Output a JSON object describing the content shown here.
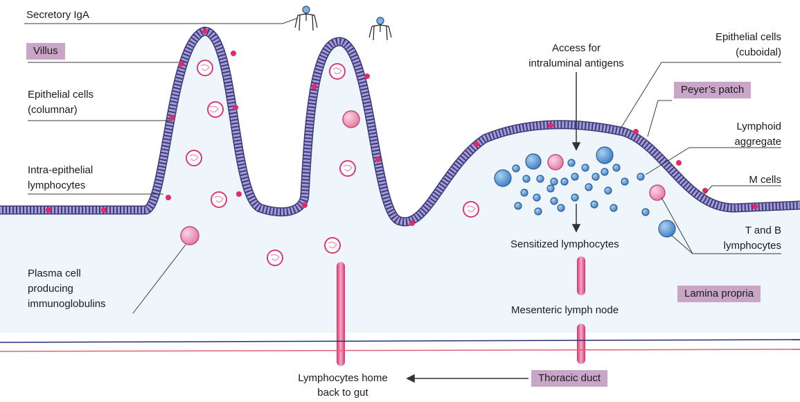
{
  "labels": {
    "secretory_iga": "Secretory IgA",
    "villus": "Villus",
    "epithelial_columnar_1": "Epithelial cells",
    "epithelial_columnar_2": "(columnar)",
    "intra_epithelial_1": "Intra-epithelial",
    "intra_epithelial_2": "lymphocytes",
    "plasma_1": "Plasma cell",
    "plasma_2": "producing",
    "plasma_3": "immunoglobulins",
    "access_1": "Access for",
    "access_2": "intraluminal antigens",
    "epithelial_cuboidal_1": "Epithelial cells",
    "epithelial_cuboidal_2": "(cuboidal)",
    "peyers_patch": "Peyer’s patch",
    "lymphoid_1": "Lymphoid",
    "lymphoid_2": "aggregate",
    "m_cells": "M cells",
    "tb_1": "T and B",
    "tb_2": "lymphocytes",
    "sensitized": "Sensitized lymphocytes",
    "lamina_propria": "Lamina propria",
    "mesenteric": "Mesenteric lymph node",
    "thoracic_duct": "Thoracic duct",
    "home_1": "Lymphocytes home",
    "home_2": "back to gut"
  },
  "colors": {
    "epithelium": "#8f86c4",
    "epithelium_dark": "#3d3a7a",
    "pink_cell": "#f0a8c4",
    "pink_nucleus": "#d83a76",
    "blue_cell": "#4f8fd0",
    "lamina": "#eef6fb",
    "label_box": "#c9a5c8",
    "vessel_blue": "#2a2d7c",
    "vessel_red": "#e0607a"
  }
}
